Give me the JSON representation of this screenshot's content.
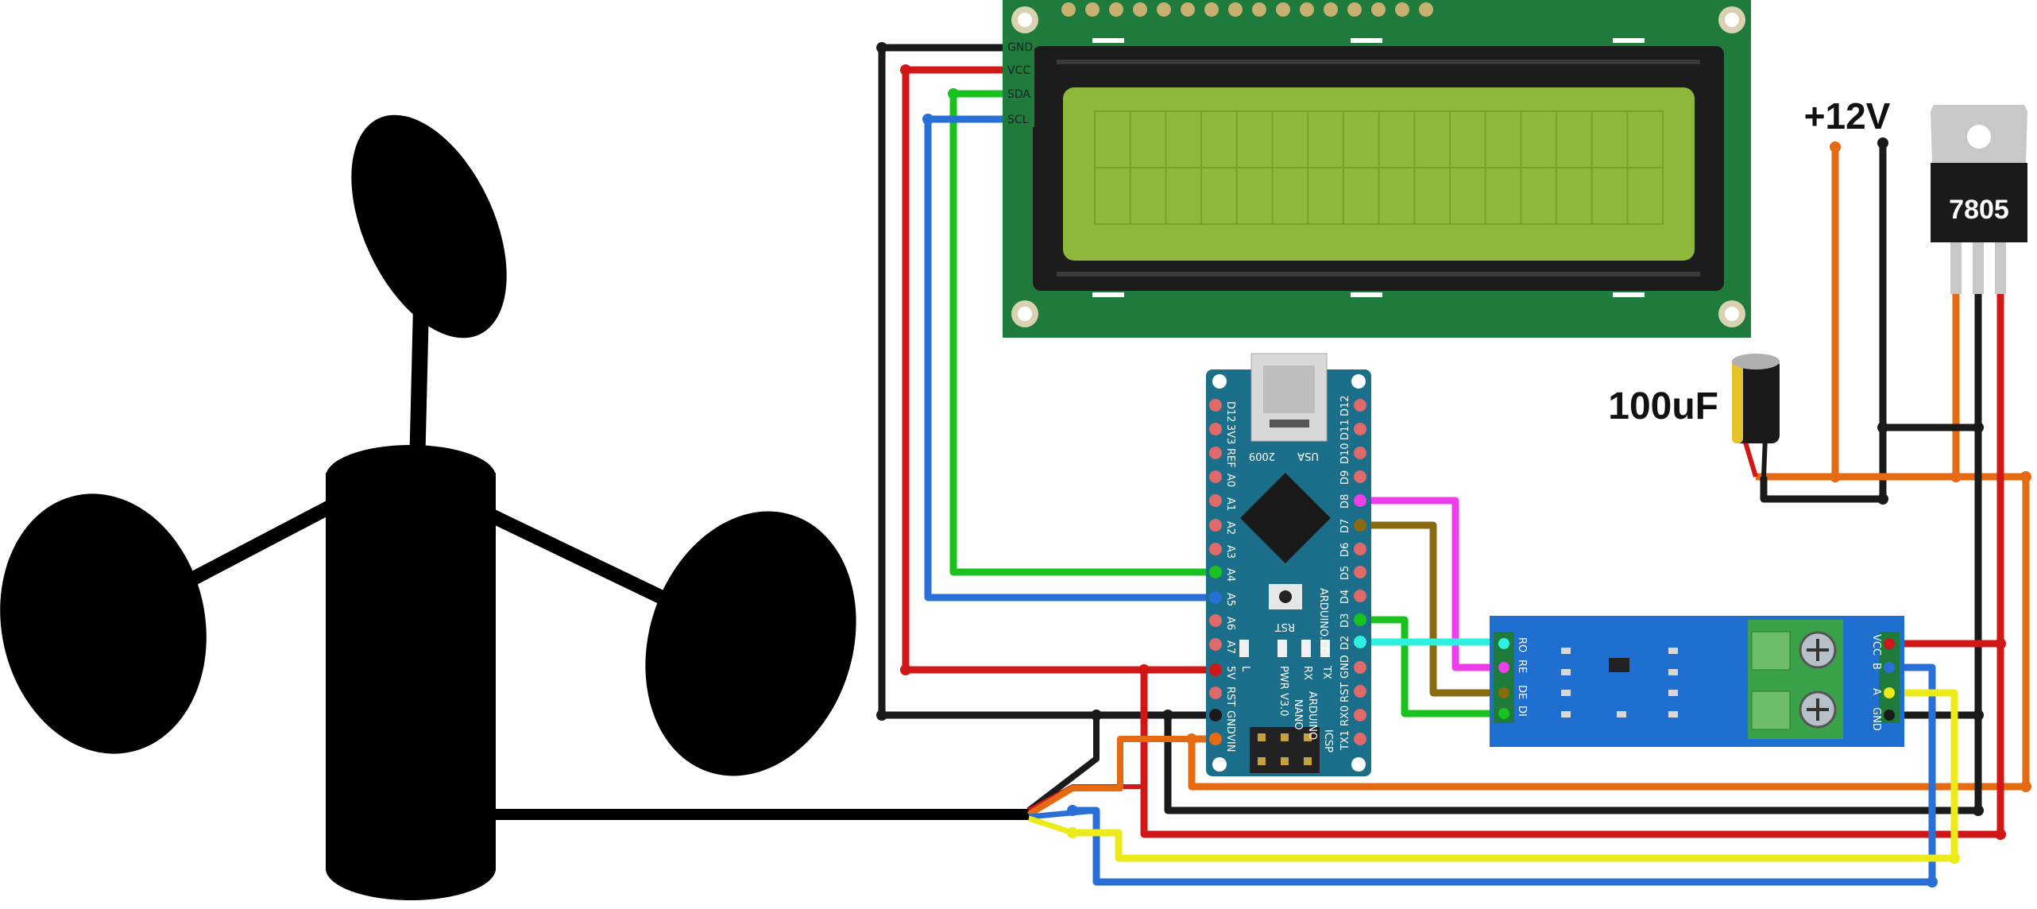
{
  "labels": {
    "supply": "+12V",
    "regulator": "7805",
    "capacitor": "100uF"
  },
  "lcd": {
    "pins": [
      "GND",
      "VCC",
      "SDA",
      "SCL"
    ]
  },
  "arduino": {
    "left_pins": [
      "D12",
      "3V3",
      "REF",
      "A0",
      "A1",
      "A2",
      "A3",
      "A4",
      "A5",
      "A6",
      "A7",
      "5V",
      "RST",
      "GND",
      "VIN"
    ],
    "right_pins": [
      "D12",
      "D11",
      "D10",
      "D9",
      "D8",
      "D7",
      "D6",
      "D5",
      "D4",
      "D3",
      "D2",
      "GND",
      "RST",
      "RX0",
      "TX1"
    ],
    "text_usa": "USA",
    "text_year": "2009",
    "text_rst": "RST",
    "text_site": "ARDUINO.CC",
    "text_led_l": "L",
    "text_led_pwr": "PWR",
    "text_led_rx": "RX",
    "text_led_tx": "TX",
    "text_model": "ARDUINO",
    "text_nano": "NANO",
    "text_version": "V3.0",
    "text_icsp": "ICSP"
  },
  "rs485": {
    "left_pins": [
      "RO",
      "RE",
      "DE",
      "DI"
    ],
    "right_pins": [
      "VCC",
      "B",
      "A",
      "GND"
    ]
  },
  "colors": {
    "lcd_board": "#1e7b3c",
    "lcd_screen": "#8fb83a",
    "arduino_board": "#1b6f8a",
    "rs485_board": "#1f6fd1",
    "wire_red": "#d01818",
    "wire_black": "#1a1a1a",
    "wire_green": "#19c21f",
    "wire_blue": "#2a6fd6",
    "wire_orange": "#e56a12",
    "wire_yellow": "#ecea18",
    "wire_magenta": "#ee3ee8",
    "wire_brown": "#8a6a10",
    "wire_cyan": "#2ef0e0"
  }
}
